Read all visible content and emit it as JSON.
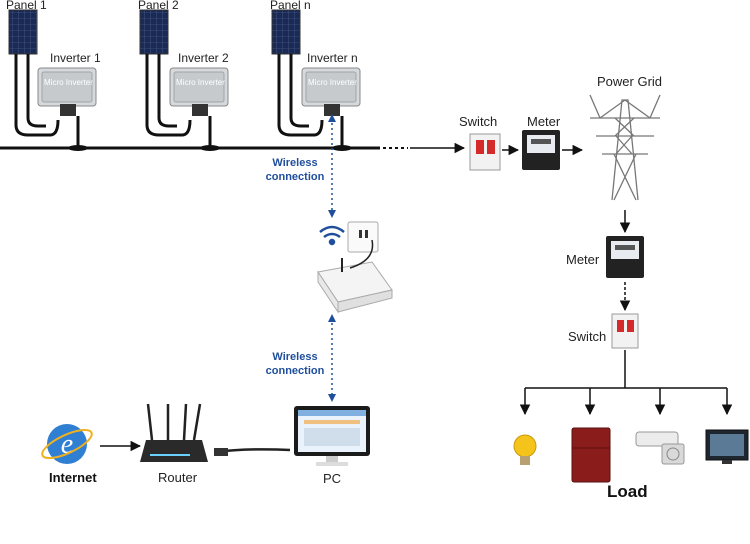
{
  "panels": [
    {
      "label": "Panel 1",
      "inverter_label": "Inverter 1"
    },
    {
      "label": "Panel 2",
      "inverter_label": "Inverter 2"
    },
    {
      "label": "Panel n",
      "inverter_label": "Inverter n"
    }
  ],
  "inverter_brand": "Micro Inverter",
  "wireless_label_top": [
    "Wireless",
    "connection"
  ],
  "wireless_label_bottom": [
    "Wireless",
    "connection"
  ],
  "grid_chain": {
    "switch": "Switch",
    "meter": "Meter",
    "grid": "Power Grid"
  },
  "load_chain": {
    "meter": "Meter",
    "switch": "Switch",
    "load": "Load"
  },
  "network": {
    "internet": "Internet",
    "router": "Router",
    "pc": "PC"
  },
  "colors": {
    "wire": "#111111",
    "wireless": "#1f4e9c",
    "panel": "#1a2a55",
    "tower": "#777777"
  }
}
